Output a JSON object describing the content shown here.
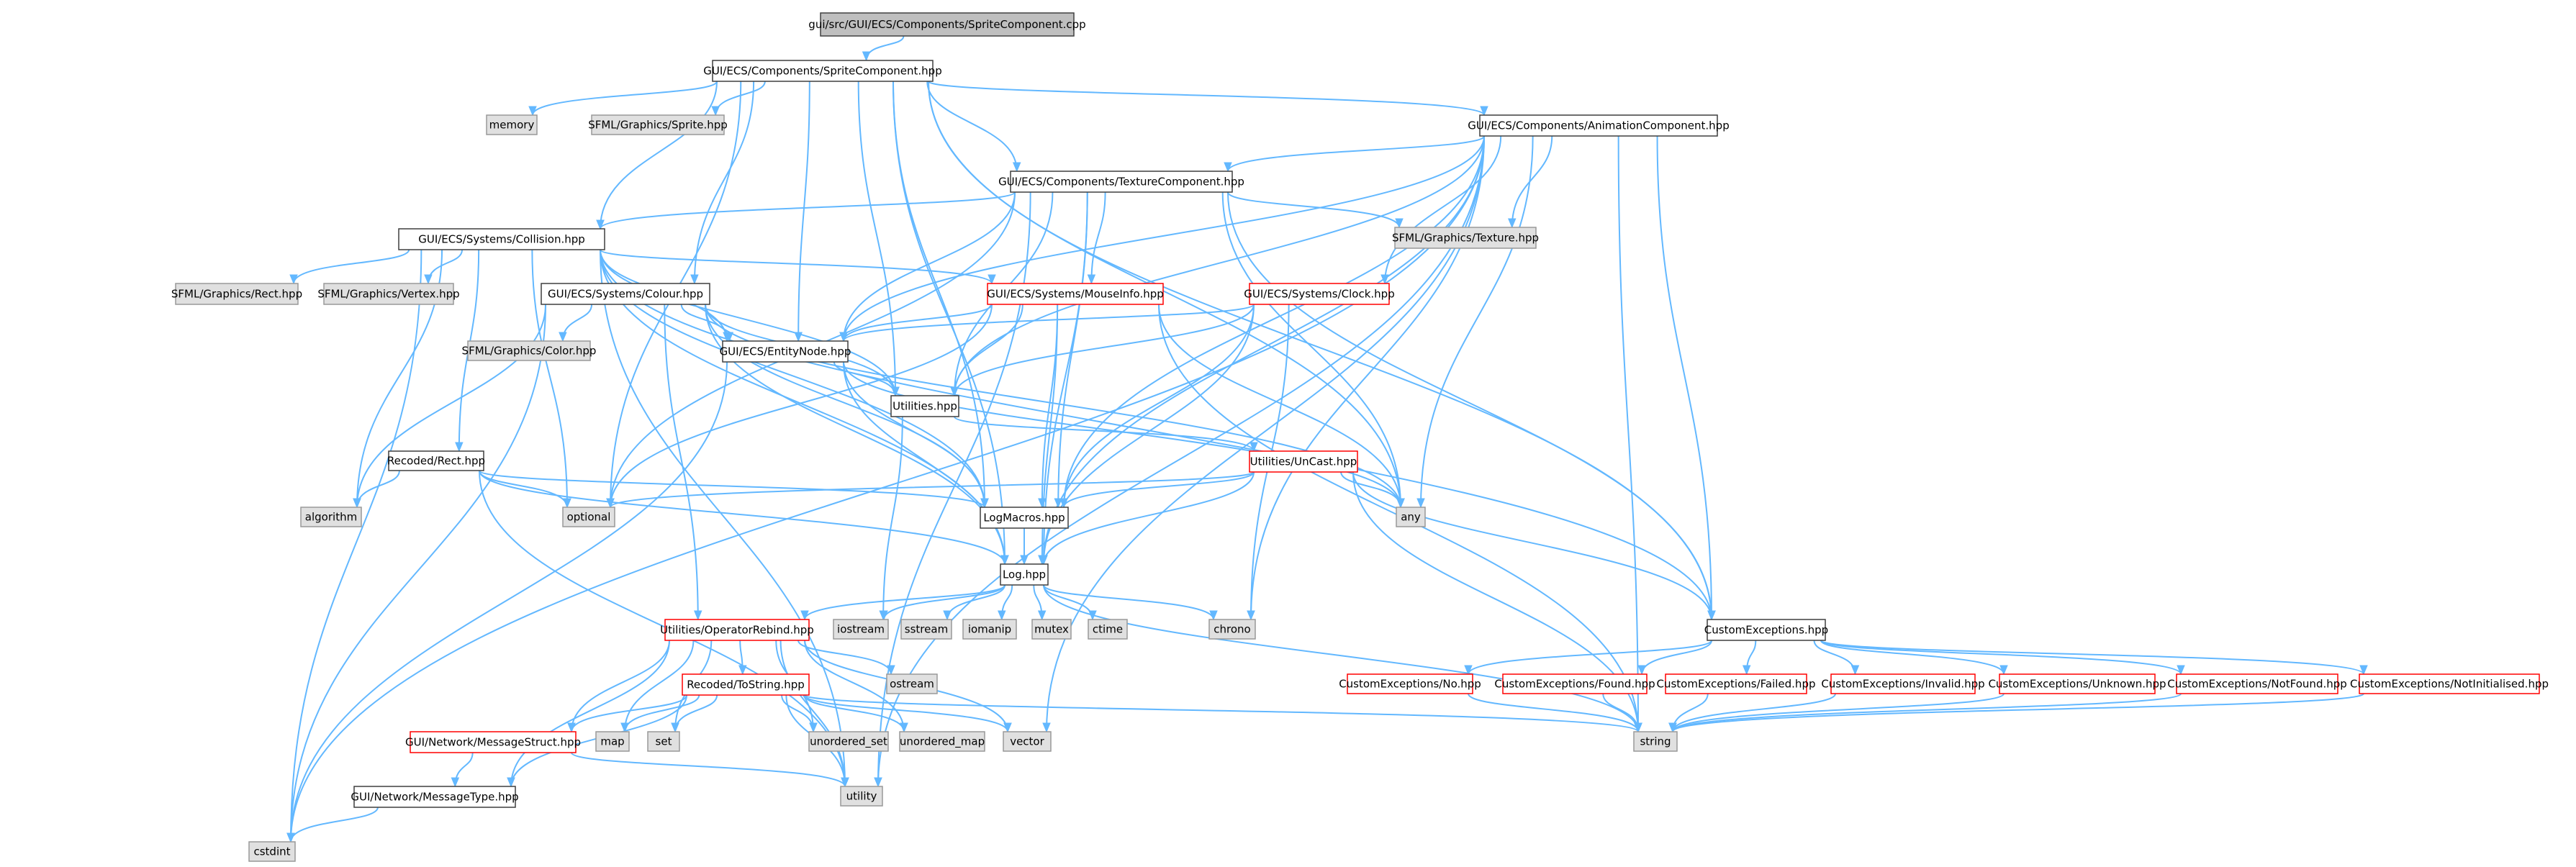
{
  "colors": {
    "edge": "#63b8ff",
    "normal_border": "#3f3f3f",
    "warning_border": "#ff0000",
    "external_fill": "#e0e0e0",
    "external_border": "#999999",
    "root_fill": "#bfbfbf",
    "root_border": "#404040"
  },
  "graph": {
    "nodes": [
      {
        "id": "root",
        "label": "gui/src/GUI/ECS/Components/SpriteComponent.cpp",
        "kind": "root"
      },
      {
        "id": "spritehpp",
        "label": "GUI/ECS/Components/SpriteComponent.hpp",
        "kind": "normal"
      },
      {
        "id": "memory",
        "label": "memory",
        "kind": "external"
      },
      {
        "id": "sfsprite",
        "label": "SFML/Graphics/Sprite.hpp",
        "kind": "external"
      },
      {
        "id": "anim",
        "label": "GUI/ECS/Components/AnimationComponent.hpp",
        "kind": "normal"
      },
      {
        "id": "texture",
        "label": "GUI/ECS/Components/TextureComponent.hpp",
        "kind": "normal"
      },
      {
        "id": "collision",
        "label": "GUI/ECS/Systems/Collision.hpp",
        "kind": "normal"
      },
      {
        "id": "sftexture",
        "label": "SFML/Graphics/Texture.hpp",
        "kind": "external"
      },
      {
        "id": "sfrect",
        "label": "SFML/Graphics/Rect.hpp",
        "kind": "external"
      },
      {
        "id": "sfvertex",
        "label": "SFML/Graphics/Vertex.hpp",
        "kind": "external"
      },
      {
        "id": "colour",
        "label": "GUI/ECS/Systems/Colour.hpp",
        "kind": "normal"
      },
      {
        "id": "mouseinfo",
        "label": "GUI/ECS/Systems/MouseInfo.hpp",
        "kind": "warning"
      },
      {
        "id": "clock",
        "label": "GUI/ECS/Systems/Clock.hpp",
        "kind": "warning"
      },
      {
        "id": "sfcolor",
        "label": "SFML/Graphics/Color.hpp",
        "kind": "external"
      },
      {
        "id": "entitynode",
        "label": "GUI/ECS/EntityNode.hpp",
        "kind": "normal"
      },
      {
        "id": "utilities",
        "label": "Utilities.hpp",
        "kind": "normal"
      },
      {
        "id": "rect",
        "label": "Recoded/Rect.hpp",
        "kind": "normal"
      },
      {
        "id": "uncast",
        "label": "Utilities/UnCast.hpp",
        "kind": "warning"
      },
      {
        "id": "algorithm",
        "label": "algorithm",
        "kind": "external"
      },
      {
        "id": "optional",
        "label": "optional",
        "kind": "external"
      },
      {
        "id": "logmacros",
        "label": "LogMacros.hpp",
        "kind": "normal"
      },
      {
        "id": "any",
        "label": "any",
        "kind": "external"
      },
      {
        "id": "log",
        "label": "Log.hpp",
        "kind": "normal"
      },
      {
        "id": "oprebind",
        "label": "Utilities/OperatorRebind.hpp",
        "kind": "warning"
      },
      {
        "id": "iostream",
        "label": "iostream",
        "kind": "external"
      },
      {
        "id": "sstream",
        "label": "sstream",
        "kind": "external"
      },
      {
        "id": "iomanip",
        "label": "iomanip",
        "kind": "external"
      },
      {
        "id": "mutex",
        "label": "mutex",
        "kind": "external"
      },
      {
        "id": "ctime",
        "label": "ctime",
        "kind": "external"
      },
      {
        "id": "chrono",
        "label": "chrono",
        "kind": "external"
      },
      {
        "id": "customexc",
        "label": "CustomExceptions.hpp",
        "kind": "normal"
      },
      {
        "id": "ostream",
        "label": "ostream",
        "kind": "external"
      },
      {
        "id": "tostring",
        "label": "Recoded/ToString.hpp",
        "kind": "warning"
      },
      {
        "id": "excno",
        "label": "CustomExceptions/No.hpp",
        "kind": "warning"
      },
      {
        "id": "excfound",
        "label": "CustomExceptions/Found.hpp",
        "kind": "warning"
      },
      {
        "id": "excfailed",
        "label": "CustomExceptions/Failed.hpp",
        "kind": "warning"
      },
      {
        "id": "excinvalid",
        "label": "CustomExceptions/Invalid.hpp",
        "kind": "warning"
      },
      {
        "id": "excunknown",
        "label": "CustomExceptions/Unknown.hpp",
        "kind": "warning"
      },
      {
        "id": "excnotfound",
        "label": "CustomExceptions/NotFound.hpp",
        "kind": "warning"
      },
      {
        "id": "excnotinit",
        "label": "CustomExceptions/NotInitialised.hpp",
        "kind": "warning"
      },
      {
        "id": "msgstruct",
        "label": "GUI/Network/MessageStruct.hpp",
        "kind": "warning"
      },
      {
        "id": "map",
        "label": "map",
        "kind": "external"
      },
      {
        "id": "set",
        "label": "set",
        "kind": "external"
      },
      {
        "id": "unordered_set",
        "label": "unordered_set",
        "kind": "external"
      },
      {
        "id": "unordered_map",
        "label": "unordered_map",
        "kind": "external"
      },
      {
        "id": "vector",
        "label": "vector",
        "kind": "external"
      },
      {
        "id": "string",
        "label": "string",
        "kind": "external"
      },
      {
        "id": "utility",
        "label": "utility",
        "kind": "external"
      },
      {
        "id": "msgtype",
        "label": "GUI/Network/MessageType.hpp",
        "kind": "normal"
      },
      {
        "id": "cstdint",
        "label": "cstdint",
        "kind": "external"
      }
    ],
    "edges": [
      [
        "root",
        "spritehpp"
      ],
      [
        "spritehpp",
        "memory"
      ],
      [
        "spritehpp",
        "sfsprite"
      ],
      [
        "spritehpp",
        "anim"
      ],
      [
        "spritehpp",
        "texture"
      ],
      [
        "spritehpp",
        "collision"
      ],
      [
        "spritehpp",
        "colour"
      ],
      [
        "spritehpp",
        "entitynode"
      ],
      [
        "spritehpp",
        "utilities"
      ],
      [
        "spritehpp",
        "logmacros"
      ],
      [
        "spritehpp",
        "log"
      ],
      [
        "spritehpp",
        "customexc"
      ],
      [
        "spritehpp",
        "optional"
      ],
      [
        "spritehpp",
        "any"
      ],
      [
        "anim",
        "texture"
      ],
      [
        "anim",
        "sftexture"
      ],
      [
        "anim",
        "clock"
      ],
      [
        "anim",
        "entitynode"
      ],
      [
        "anim",
        "utilities"
      ],
      [
        "anim",
        "logmacros"
      ],
      [
        "anim",
        "log"
      ],
      [
        "anim",
        "customexc"
      ],
      [
        "anim",
        "any"
      ],
      [
        "anim",
        "chrono"
      ],
      [
        "anim",
        "vector"
      ],
      [
        "anim",
        "utility"
      ],
      [
        "anim",
        "string"
      ],
      [
        "anim",
        "cstdint"
      ],
      [
        "texture",
        "collision"
      ],
      [
        "texture",
        "sftexture"
      ],
      [
        "texture",
        "mouseinfo"
      ],
      [
        "texture",
        "entitynode"
      ],
      [
        "texture",
        "utilities"
      ],
      [
        "texture",
        "logmacros"
      ],
      [
        "texture",
        "log"
      ],
      [
        "texture",
        "customexc"
      ],
      [
        "texture",
        "any"
      ],
      [
        "texture",
        "utility"
      ],
      [
        "texture",
        "optional"
      ],
      [
        "collision",
        "sfrect"
      ],
      [
        "collision",
        "sfvertex"
      ],
      [
        "collision",
        "mouseinfo"
      ],
      [
        "collision",
        "entitynode"
      ],
      [
        "collision",
        "utilities"
      ],
      [
        "collision",
        "rect"
      ],
      [
        "collision",
        "optional"
      ],
      [
        "collision",
        "algorithm"
      ],
      [
        "collision",
        "log"
      ],
      [
        "collision",
        "logmacros"
      ],
      [
        "collision",
        "customexc"
      ],
      [
        "collision",
        "utility"
      ],
      [
        "collision",
        "cstdint"
      ],
      [
        "colour",
        "sfcolor"
      ],
      [
        "colour",
        "entitynode"
      ],
      [
        "colour",
        "utilities"
      ],
      [
        "colour",
        "logmacros"
      ],
      [
        "colour",
        "log"
      ],
      [
        "colour",
        "oprebind"
      ],
      [
        "colour",
        "algorithm"
      ],
      [
        "colour",
        "any"
      ],
      [
        "colour",
        "cstdint"
      ],
      [
        "mouseinfo",
        "entitynode"
      ],
      [
        "mouseinfo",
        "utilities"
      ],
      [
        "mouseinfo",
        "logmacros"
      ],
      [
        "mouseinfo",
        "log"
      ],
      [
        "mouseinfo",
        "optional"
      ],
      [
        "mouseinfo",
        "any"
      ],
      [
        "mouseinfo",
        "string"
      ],
      [
        "clock",
        "entitynode"
      ],
      [
        "clock",
        "utilities"
      ],
      [
        "clock",
        "logmacros"
      ],
      [
        "clock",
        "log"
      ],
      [
        "clock",
        "chrono"
      ],
      [
        "entitynode",
        "utilities"
      ],
      [
        "entitynode",
        "logmacros"
      ],
      [
        "entitynode",
        "log"
      ],
      [
        "entitynode",
        "any"
      ],
      [
        "entitynode",
        "cstdint"
      ],
      [
        "utilities",
        "uncast"
      ],
      [
        "utilities",
        "iostream"
      ],
      [
        "uncast",
        "logmacros"
      ],
      [
        "uncast",
        "log"
      ],
      [
        "uncast",
        "any"
      ],
      [
        "uncast",
        "optional"
      ],
      [
        "uncast",
        "customexc"
      ],
      [
        "uncast",
        "string"
      ],
      [
        "rect",
        "logmacros"
      ],
      [
        "rect",
        "log"
      ],
      [
        "rect",
        "algorithm"
      ],
      [
        "rect",
        "optional"
      ],
      [
        "rect",
        "utility"
      ],
      [
        "logmacros",
        "log"
      ],
      [
        "log",
        "oprebind"
      ],
      [
        "log",
        "iostream"
      ],
      [
        "log",
        "sstream"
      ],
      [
        "log",
        "iomanip"
      ],
      [
        "log",
        "mutex"
      ],
      [
        "log",
        "ctime"
      ],
      [
        "log",
        "chrono"
      ],
      [
        "log",
        "string"
      ],
      [
        "oprebind",
        "ostream"
      ],
      [
        "oprebind",
        "tostring"
      ],
      [
        "oprebind",
        "msgstruct"
      ],
      [
        "oprebind",
        "map"
      ],
      [
        "oprebind",
        "set"
      ],
      [
        "oprebind",
        "unordered_set"
      ],
      [
        "oprebind",
        "unordered_map"
      ],
      [
        "oprebind",
        "vector"
      ],
      [
        "oprebind",
        "utility"
      ],
      [
        "oprebind",
        "msgtype"
      ],
      [
        "tostring",
        "msgstruct"
      ],
      [
        "tostring",
        "map"
      ],
      [
        "tostring",
        "set"
      ],
      [
        "tostring",
        "unordered_set"
      ],
      [
        "tostring",
        "unordered_map"
      ],
      [
        "tostring",
        "vector"
      ],
      [
        "tostring",
        "string"
      ],
      [
        "tostring",
        "utility"
      ],
      [
        "tostring",
        "msgtype"
      ],
      [
        "msgstruct",
        "msgtype"
      ],
      [
        "msgstruct",
        "utility"
      ],
      [
        "msgtype",
        "cstdint"
      ],
      [
        "customexc",
        "excno"
      ],
      [
        "customexc",
        "excfound"
      ],
      [
        "customexc",
        "excfailed"
      ],
      [
        "customexc",
        "excinvalid"
      ],
      [
        "customexc",
        "excunknown"
      ],
      [
        "customexc",
        "excnotfound"
      ],
      [
        "customexc",
        "excnotinit"
      ],
      [
        "excno",
        "string"
      ],
      [
        "excfound",
        "string"
      ],
      [
        "excfailed",
        "string"
      ],
      [
        "excinvalid",
        "string"
      ],
      [
        "excunknown",
        "string"
      ],
      [
        "excnotfound",
        "string"
      ],
      [
        "excnotinit",
        "string"
      ]
    ]
  }
}
